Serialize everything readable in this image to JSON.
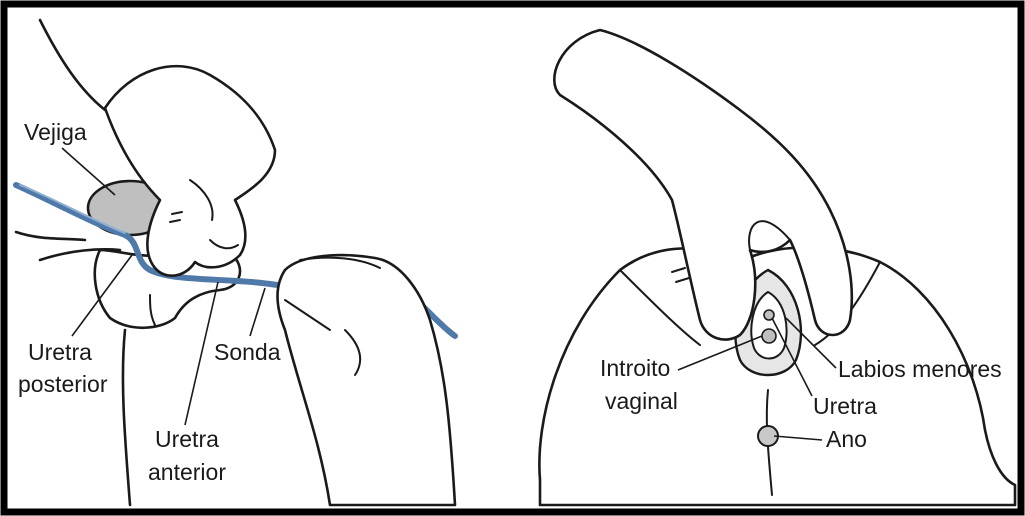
{
  "colors": {
    "frame": "#000000",
    "line": "#1a1a1a",
    "catheter": "#4f79a8",
    "catheter_light": "#8fb0d3",
    "bladder": "#bfbfbf",
    "shade": "#e6e6e6"
  },
  "left_panel": {
    "labels": {
      "bladder": "Vejiga",
      "posterior_urethra_line1": "Uretra",
      "posterior_urethra_line2": "posterior",
      "catheter": "Sonda",
      "anterior_urethra_line1": "Uretra",
      "anterior_urethra_line2": "anterior"
    }
  },
  "right_panel": {
    "labels": {
      "vaginal_introitus_line1": "Introito",
      "vaginal_introitus_line2": "vaginal",
      "labia_minora": "Labios menores",
      "urethra": "Uretra",
      "anus": "Ano"
    }
  }
}
